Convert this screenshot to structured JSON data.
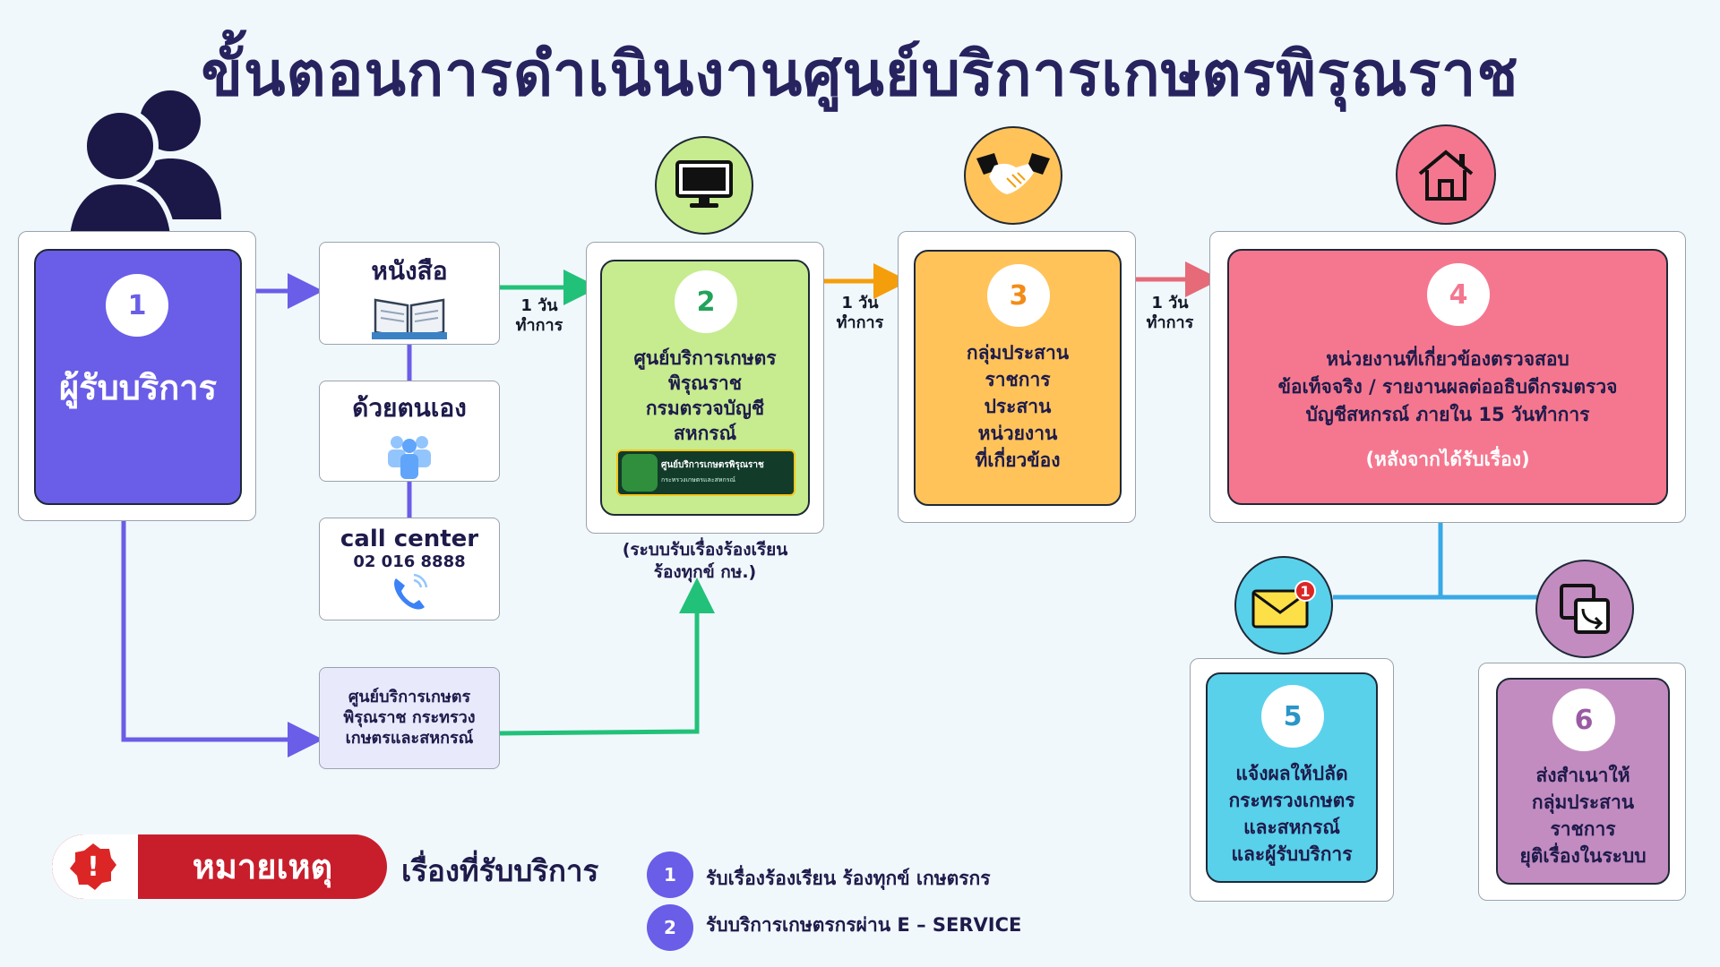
{
  "title": "ขั้นตอนการดำเนินงานศูนย์บริการเกษตรพิรุณราช",
  "step1": {
    "num": "1",
    "label": "ผู้รับบริการ"
  },
  "channels": {
    "letter": "หนังสือ",
    "self": "ด้วยตนเอง",
    "call_title": "call center",
    "call_phone": "02 016 8888",
    "center": "ศูนย์บริการเกษตร พิรุณราช กระทรวง เกษตรและสหกรณ์"
  },
  "days_label": {
    "line1": "1 วัน",
    "line2": "ทำการ"
  },
  "step2": {
    "num": "2",
    "text": [
      "ศูนย์บริการเกษตร",
      "พิรุณราช",
      "กรมตรวจบัญชี",
      "สหกรณ์"
    ],
    "badge_title": "ศูนย์บริการเกษตรพิรุณราช",
    "badge_sub": "กระทรวงเกษตรและสหกรณ์",
    "caption": [
      "(ระบบรับเรื่องร้องเรียน",
      "ร้องทุกข์ กษ.)"
    ]
  },
  "step3": {
    "num": "3",
    "text": [
      "กลุ่มประสาน",
      "ราชการ",
      "ประสาน",
      "หน่วยงาน",
      "ที่เกี่ยวข้อง"
    ]
  },
  "step4": {
    "num": "4",
    "text": [
      "หน่วยงานที่เกี่ยวข้องตรวจสอบ",
      "ข้อเท็จจริง / รายงานผลต่ออธิบดีกรมตรวจ",
      "บัญชีสหกรณ์ ภายใน 15 วันทำการ"
    ],
    "note": "(หลังจากได้รับเรื่อง)"
  },
  "step5": {
    "num": "5",
    "text": [
      "แจ้งผลให้ปลัด",
      "กระทรวงเกษตร",
      "และสหกรณ์",
      "และผู้รับบริการ"
    ],
    "mail_badge": "1"
  },
  "step6": {
    "num": "6",
    "text": [
      "ส่งสำเนาให้",
      "กลุ่มประสาน",
      "ราชการ",
      "ยุติเรื่องในระบบ"
    ]
  },
  "legend": {
    "warning_icon": "!",
    "note_label": "หมายเหตุ",
    "heading": "เรื่องที่รับบริการ",
    "items": [
      {
        "num": "1",
        "text": "รับเรื่องร้องเรียน ร้องทุกข์ เกษตรกร"
      },
      {
        "num": "2",
        "text": "รับบริการเกษตรกรผ่าน E – SERVICE"
      }
    ]
  },
  "icons": {
    "people": "people-icon",
    "book": "book-icon",
    "group": "group-icon",
    "phone": "phone-icon",
    "monitor": "monitor-icon",
    "handshake": "handshake-icon",
    "house": "house-icon",
    "mail": "mail-icon",
    "forward": "forward-icon"
  },
  "colors": {
    "step1": "#6a5de8",
    "step2": "#c6ec8f",
    "step3": "#ffc35a",
    "step4": "#f5778f",
    "step5": "#59d1eb",
    "step6": "#c38cc1",
    "arrow_green": "#22c179",
    "arrow_orange": "#f59e0b",
    "arrow_red": "#e66a78",
    "connector_blue": "#39a9e6",
    "purple_line": "#6a5de8"
  }
}
